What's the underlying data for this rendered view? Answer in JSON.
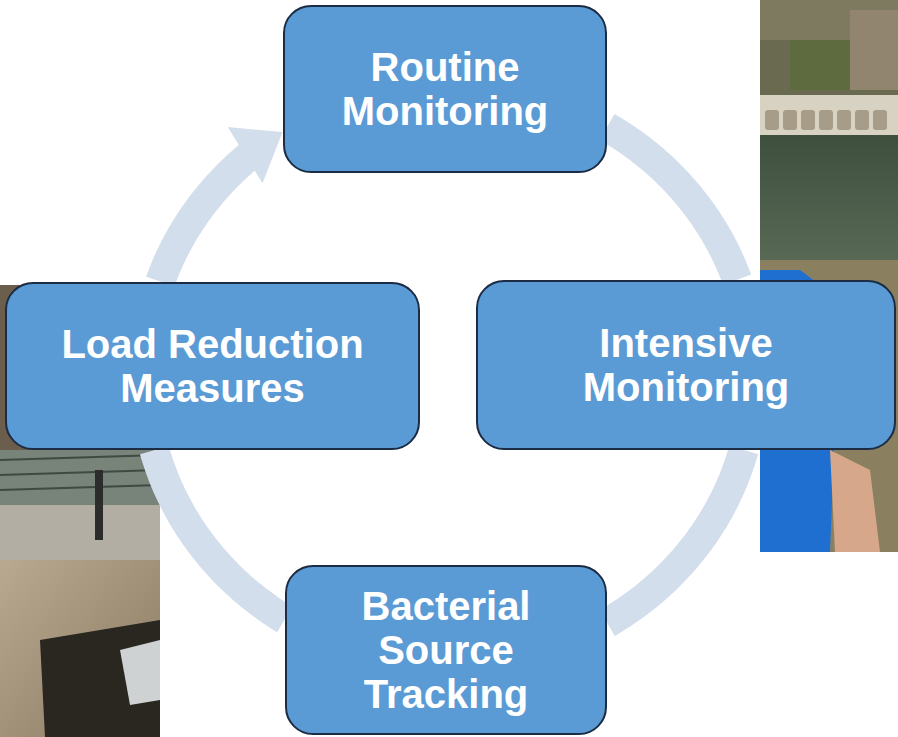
{
  "diagram": {
    "nodes": [
      {
        "text": [
          "Routine Monitoring"
        ]
      },
      {
        "text": [
          "Load Reduction Measures"
        ]
      },
      {
        "text": [
          "Intensive Monitoring"
        ]
      },
      {
        "text": [
          "Bacterial Source Tracking"
        ]
      }
    ],
    "edges": [
      {
        "from": 0,
        "to": 2,
        "arrow": "none"
      },
      {
        "from": 2,
        "to": 3,
        "arrow": "none"
      },
      {
        "from": 3,
        "to": 1,
        "arrow": "none"
      },
      {
        "from": 1,
        "to": 0,
        "arrow": "to"
      }
    ]
  }
}
